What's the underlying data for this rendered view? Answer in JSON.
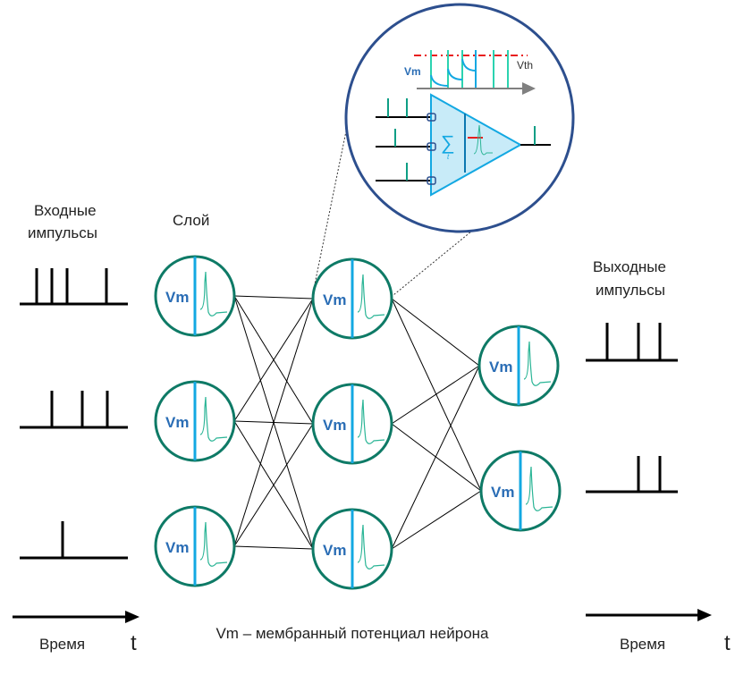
{
  "labels": {
    "input_spikes": [
      "Входные",
      "импульсы"
    ],
    "layer": "Слой",
    "output_spikes": [
      "Выходные",
      "импульсы"
    ],
    "time_left": "Время",
    "t_left": "t",
    "time_right": "Время",
    "t_right": "t",
    "caption": "Vm – мембранный потенциал нейрона",
    "neuron_label": "Vm",
    "zoom_vm": "Vm",
    "zoom_vth": "Vth",
    "sum_symbol": "∑",
    "sum_sub": "t"
  },
  "colors": {
    "neuron_stroke": "#0e7a66",
    "membrane_line": "#13a8e2",
    "spike_trace": "#2bb596",
    "vm_text": "#2a6db5",
    "zoom_circle": "#2d4f8e",
    "threshold": "#e81e1e",
    "triangle_fill": "#c8ebf8",
    "axis_arrow": "#808080"
  }
}
